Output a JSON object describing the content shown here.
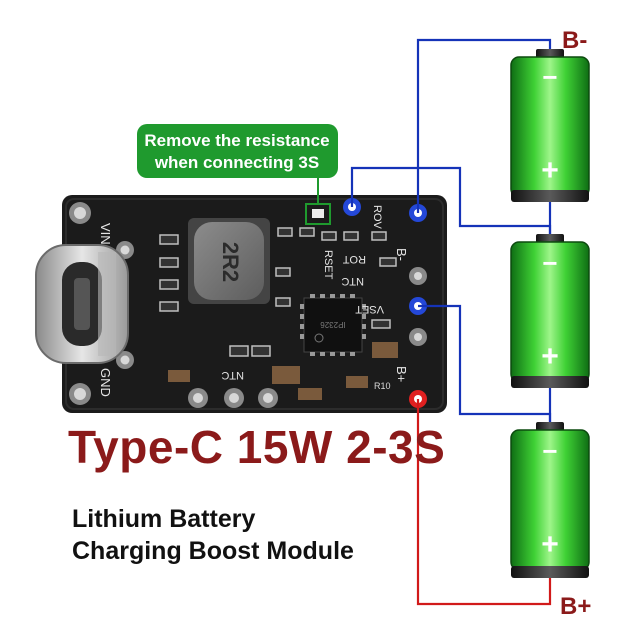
{
  "callout": {
    "line1": "Remove the resistance",
    "line2": "when connecting 3S"
  },
  "terminals": {
    "negative": "B-",
    "positive": "B+"
  },
  "board_labels": {
    "vin": "VIN",
    "gnd": "GND",
    "inductor": "2R2",
    "rov": "ROV",
    "rset": "RSET",
    "rot": "ROT",
    "ntc_a": "NTC",
    "vset": "VSET",
    "ntc_b": "NTC",
    "pad_b_minus": "B-",
    "pad_b_plus": "B+",
    "chip": "IP2326",
    "r10": "R10"
  },
  "battery_signs": {
    "minus": "−",
    "plus": "+"
  },
  "product": {
    "title": "Type-C 15W 2-3S",
    "subtitle_line1": "Lithium Battery",
    "subtitle_line2": "Charging Boost Module"
  },
  "colors": {
    "negative_wire": "#1533b8",
    "positive_wire": "#d11a1a",
    "callout_bg": "#1f9a2e",
    "title": "#8b1a1a",
    "pcb": "#1b1b1b",
    "battery": "#35c02c"
  }
}
